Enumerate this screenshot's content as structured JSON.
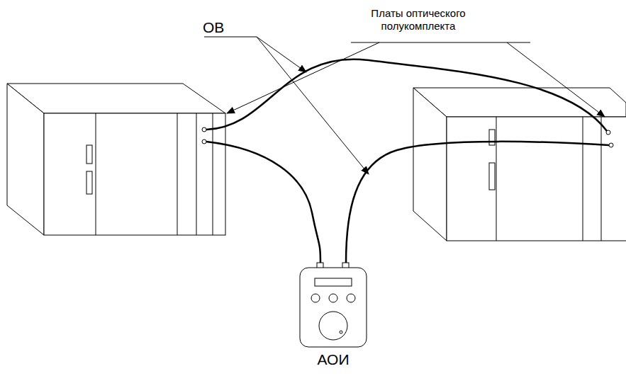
{
  "diagram": {
    "nodes": [
      {
        "text": [
          "АОИ"
        ]
      }
    ],
    "labels": [
      "ОВ",
      "Платы оптического полукомплекта"
    ]
  }
}
